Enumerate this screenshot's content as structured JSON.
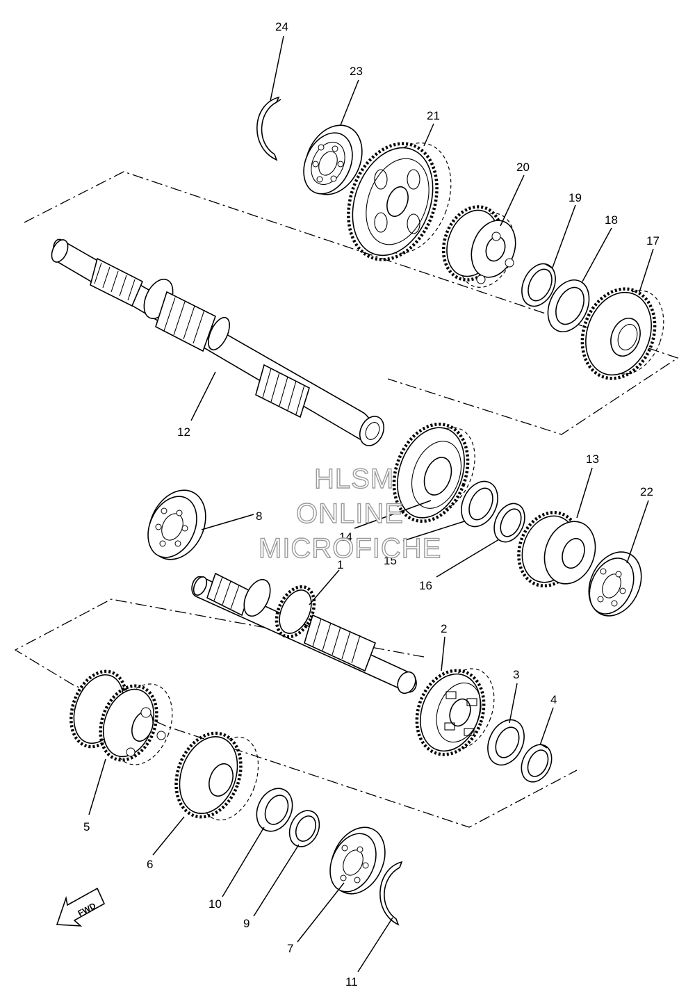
{
  "watermark": {
    "line1": "HLSM",
    "line2": "ONLINE",
    "line3": "MICROFICHE"
  },
  "direction_arrow": {
    "label": "FWD",
    "icon": "fwd-arrow-icon"
  },
  "callouts": {
    "c1": "1",
    "c2": "2",
    "c3": "3",
    "c4": "4",
    "c5": "5",
    "c6": "6",
    "c7": "7",
    "c8": "8",
    "c9": "9",
    "c10": "10",
    "c11": "11",
    "c12": "12",
    "c13": "13",
    "c14": "14",
    "c15": "15",
    "c16": "16",
    "c17": "17",
    "c18": "18",
    "c19": "19",
    "c20": "20",
    "c21": "21",
    "c22": "22",
    "c23": "23",
    "c24": "24"
  }
}
